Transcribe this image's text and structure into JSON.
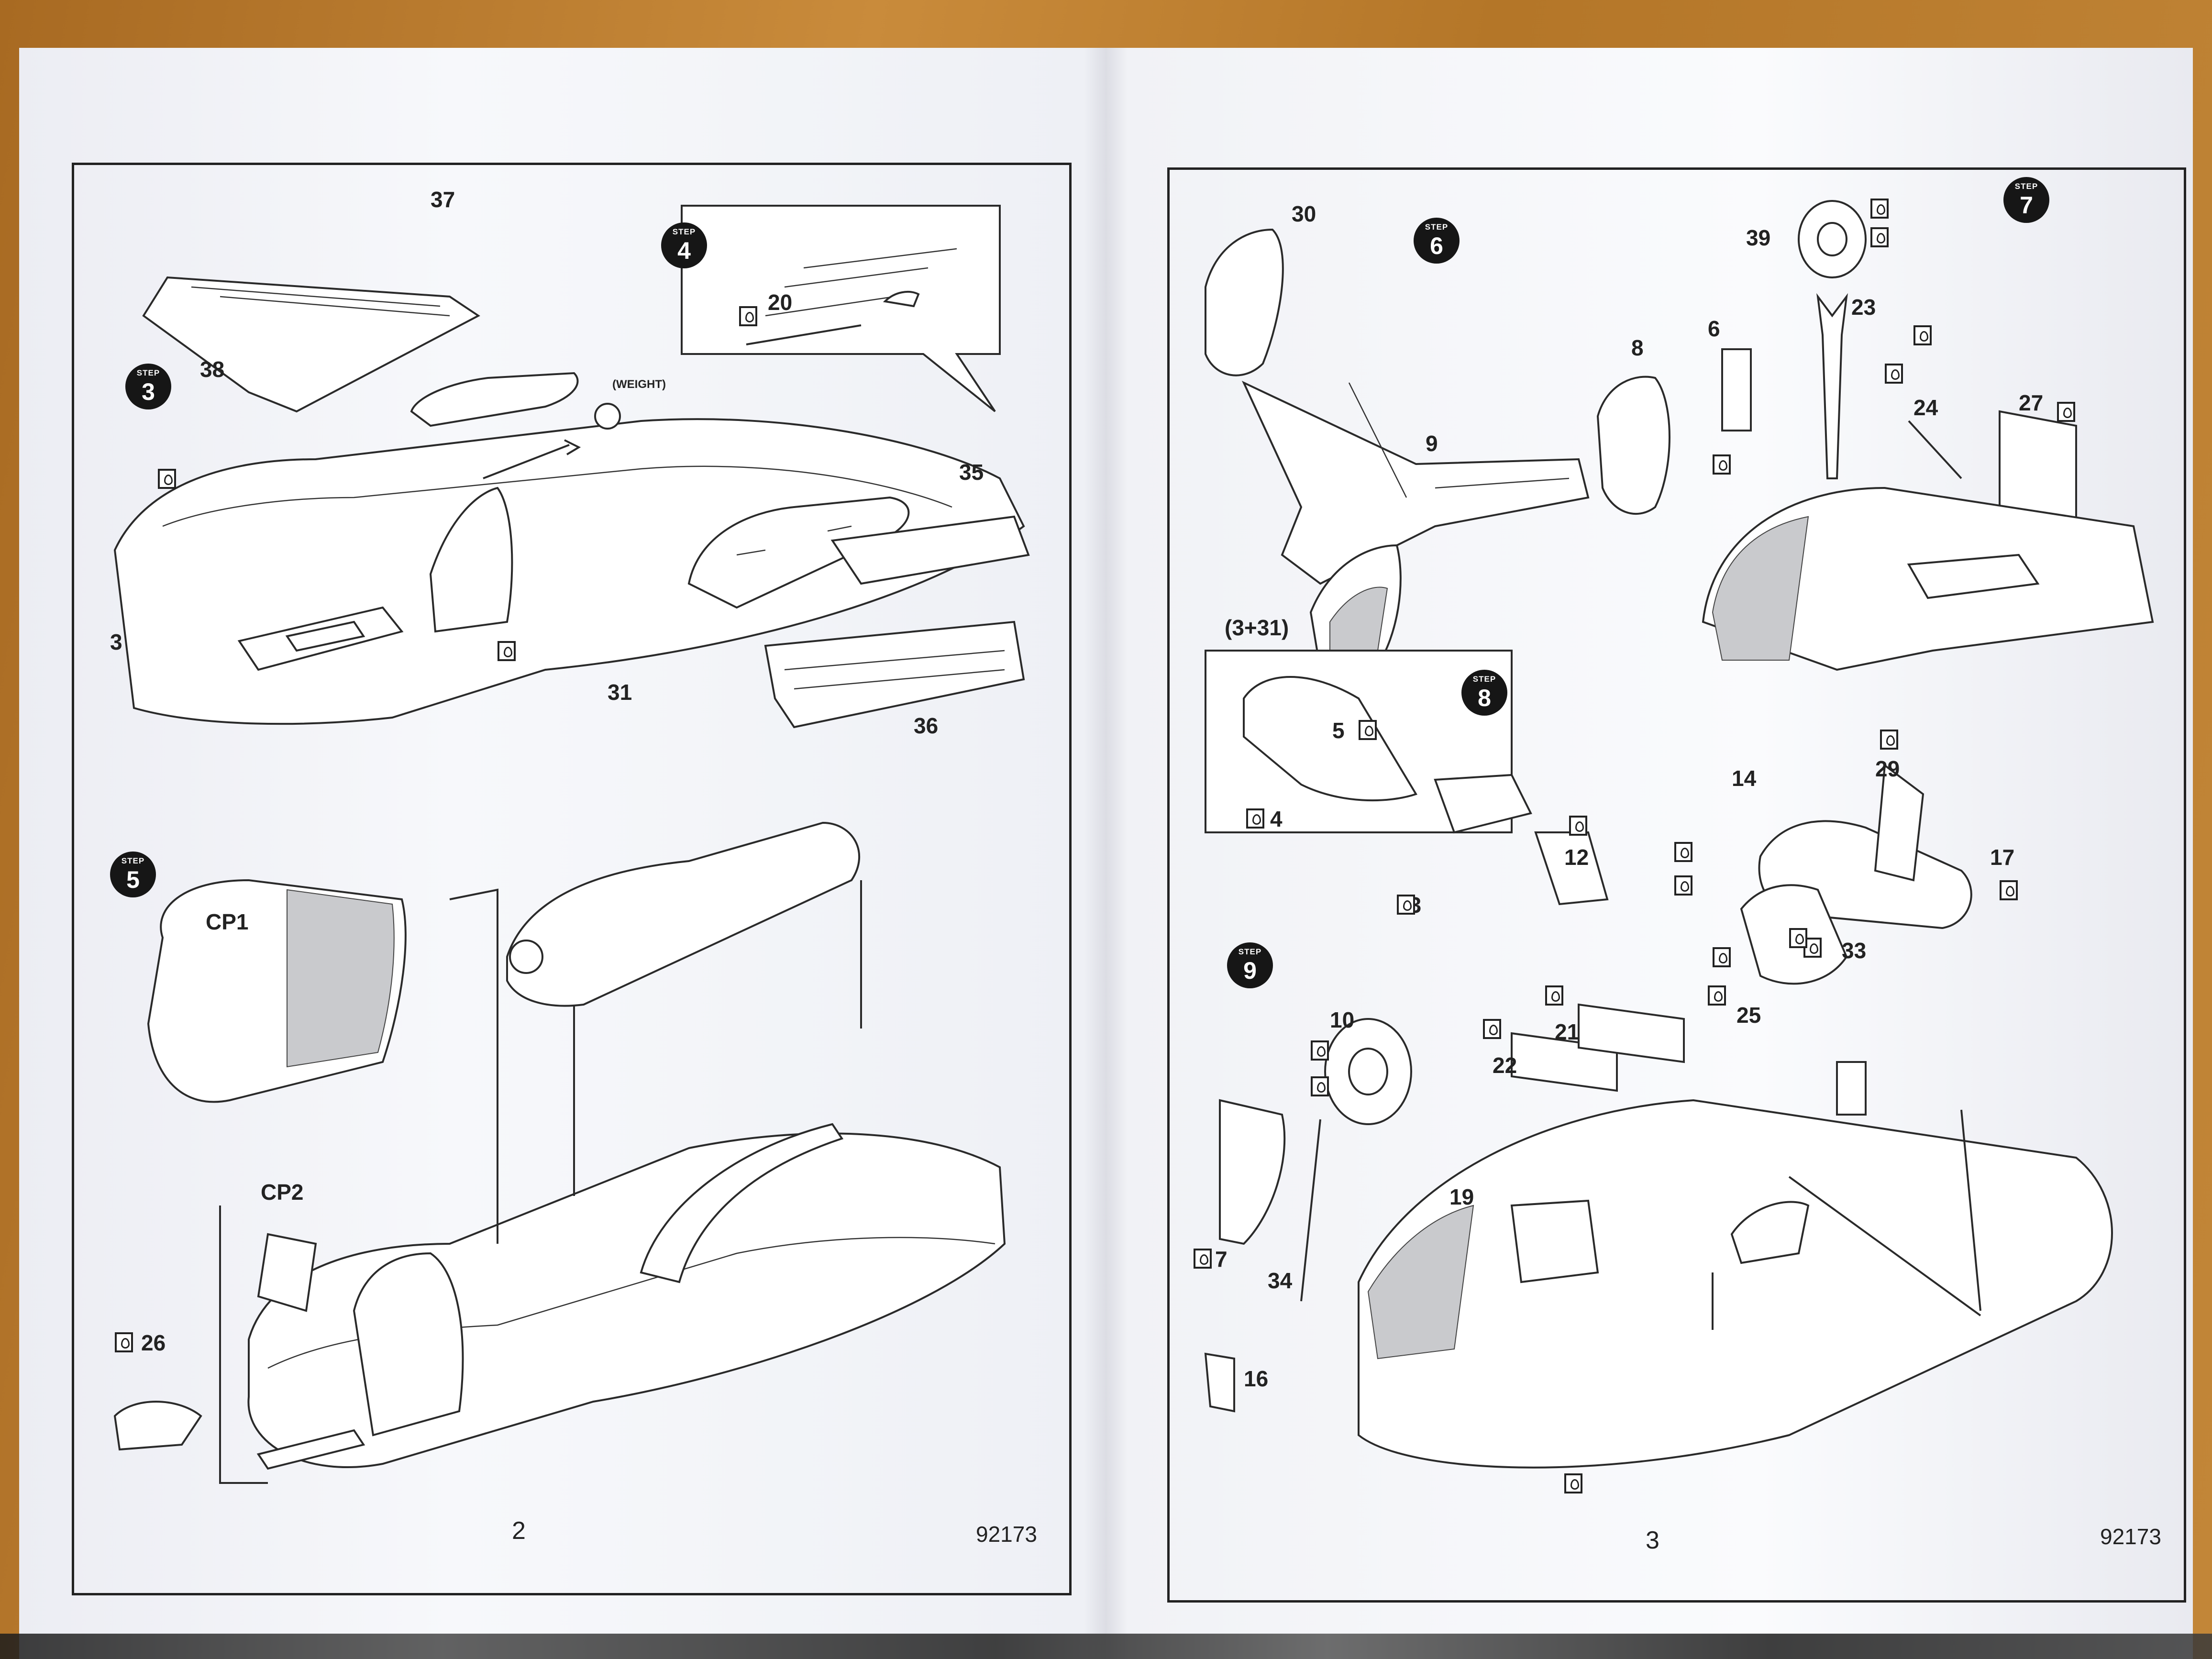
{
  "left_page": {
    "steps": [
      {
        "id": "step3",
        "word": "STEP",
        "number": "3"
      },
      {
        "id": "step4",
        "word": "STEP",
        "number": "4"
      },
      {
        "id": "step5",
        "word": "STEP",
        "number": "5"
      }
    ],
    "parts": {
      "p37": "37",
      "p38": "38",
      "p3": "3",
      "p31": "31",
      "p35": "35",
      "p36": "36",
      "p20": "20",
      "cp1": "CP1",
      "cp2": "CP2",
      "p26": "26"
    },
    "weight_note": "(WEIGHT)",
    "page_number": "2",
    "kit_number": "92173"
  },
  "right_page": {
    "steps": [
      {
        "id": "step6",
        "word": "STEP",
        "number": "6"
      },
      {
        "id": "step7",
        "word": "STEP",
        "number": "7"
      },
      {
        "id": "step8",
        "word": "STEP",
        "number": "8"
      },
      {
        "id": "step9",
        "word": "STEP",
        "number": "9"
      }
    ],
    "parts": {
      "p30": "30",
      "p8": "8",
      "p9": "9",
      "p3_31": "(3+31)",
      "p39": "39",
      "p23": "23",
      "p6": "6",
      "p24": "24",
      "p27": "27",
      "p5": "5",
      "p4": "4",
      "p12": "12",
      "p13": "13",
      "p14": "14",
      "p29": "29",
      "p17": "17",
      "p33": "33",
      "p25": "25",
      "p10": "10",
      "p21": "21",
      "p22": "22",
      "p19": "19",
      "p7": "7",
      "p34": "34",
      "p16": "16"
    },
    "page_number": "3",
    "kit_number": "92173"
  },
  "icons": {
    "paint_marker": "paint-drop-icon",
    "weight": "weight-icon",
    "step_badge": "step-circle"
  },
  "colors": {
    "ink": "#222222",
    "paper": "#f5f6f9",
    "table": "#b77a2c"
  }
}
